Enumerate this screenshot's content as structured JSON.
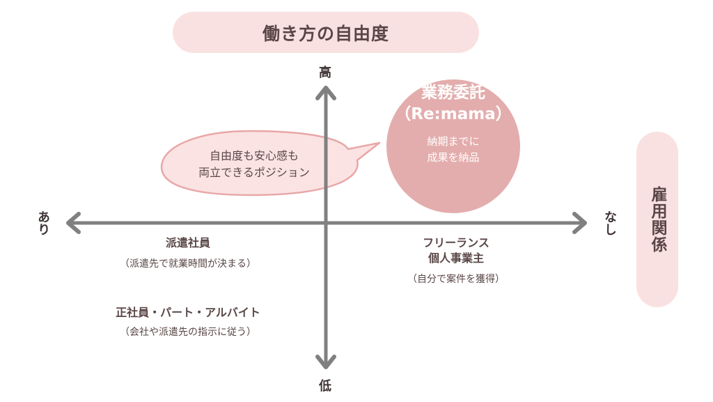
{
  "title": "働き方の自由度",
  "side_title": "雇用関係",
  "axes": {
    "y_high": "高",
    "y_low": "低",
    "x_left": "あり",
    "x_right": "なし"
  },
  "highlight": {
    "title_line1": "業務委託",
    "title_line2": "（Re:mama）",
    "sub_line1": "納期までに",
    "sub_line2": "成果を納品"
  },
  "callout": {
    "line1": "自由度も安心感も",
    "line2": "両立できるポジション"
  },
  "categories": [
    {
      "title": "派遣社員",
      "note": "（派遣先で就業時間が決まる）"
    },
    {
      "title": "正社員・パート・アルバイト",
      "note": "（会社や派遣先の指示に従う）"
    },
    {
      "title_line1": "フリーランス",
      "title_line2": "個人事業主",
      "note": "（自分で案件を獲得）"
    }
  ],
  "colors": {
    "pill_bg": "#fae1e1",
    "circle": "#e4adad",
    "bubble_fill": "#fbe3e3",
    "bubble_stroke": "#e8a7a7",
    "axis": "#808080",
    "text": "#5a4646"
  }
}
